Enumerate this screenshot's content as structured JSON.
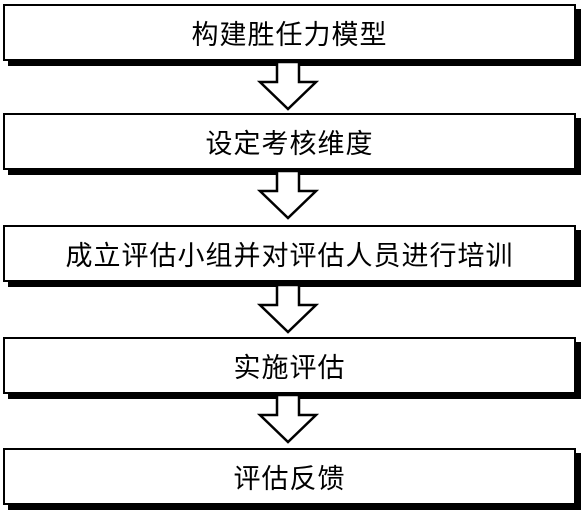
{
  "flow": {
    "steps": [
      {
        "label": "构建胜任力模型"
      },
      {
        "label": "设定考核维度"
      },
      {
        "label": "成立评估小组并对评估人员进行培训"
      },
      {
        "label": "实施评估"
      },
      {
        "label": "评估反馈"
      }
    ]
  },
  "colors": {
    "stroke": "#000000",
    "shadow": "#000000",
    "fill": "#ffffff"
  }
}
